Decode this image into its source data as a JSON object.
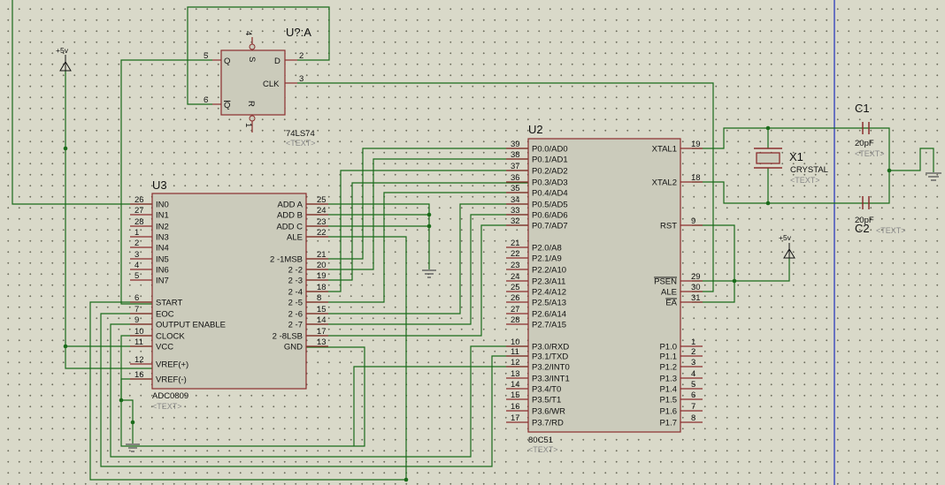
{
  "components": {
    "u1": {
      "ref": "U?:A",
      "type": "74LS74",
      "placeholder": "<TEXT>",
      "pins": {
        "d": "D",
        "s": "S",
        "q": "Q",
        "clk": "CLK",
        "qbar": "Q",
        "r": "R"
      },
      "pin_numbers": {
        "q": "5",
        "d": "2",
        "s": "4",
        "clk": "3",
        "qbar": "6",
        "r": "1"
      }
    },
    "u3": {
      "ref": "U3",
      "type": "ADC0809",
      "placeholder": "<TEXT>"
    },
    "u2": {
      "ref": "U2",
      "type": "80C51",
      "placeholder": "<TEXT>"
    },
    "x1": {
      "ref": "X1",
      "type": "CRYSTAL",
      "placeholder": "<TEXT>"
    },
    "c1": {
      "ref": "C1",
      "value": "20pF",
      "placeholder": "<TEXT>"
    },
    "c2": {
      "ref": "C2",
      "value": "20pF",
      "placeholder": "<TEXT>"
    }
  },
  "power_labels": [
    "+5v",
    "+5v"
  ],
  "u3_left_pins": [
    {
      "num": "26",
      "label": "IN0"
    },
    {
      "num": "27",
      "label": "IN1"
    },
    {
      "num": "28",
      "label": "IN2"
    },
    {
      "num": "1",
      "label": "IN3"
    },
    {
      "num": "2",
      "label": "IN4"
    },
    {
      "num": "3",
      "label": "IN5"
    },
    {
      "num": "4",
      "label": "IN6"
    },
    {
      "num": "5",
      "label": "IN7"
    },
    {
      "num": "6",
      "label": "START"
    },
    {
      "num": "7",
      "label": "EOC"
    },
    {
      "num": "9",
      "label": "OUTPUT ENABLE"
    },
    {
      "num": "10",
      "label": "CLOCK"
    },
    {
      "num": "11",
      "label": "VCC"
    },
    {
      "num": "12",
      "label": "VREF(+)"
    },
    {
      "num": "16",
      "label": "VREF(-)"
    }
  ],
  "u3_right_pins": [
    {
      "num": "25",
      "label": "ADD A"
    },
    {
      "num": "24",
      "label": "ADD B"
    },
    {
      "num": "23",
      "label": "ADD C"
    },
    {
      "num": "22",
      "label": "ALE"
    },
    {
      "num": "21",
      "label": "2 -1MSB"
    },
    {
      "num": "20",
      "label": "2 -2"
    },
    {
      "num": "19",
      "label": "2 -3"
    },
    {
      "num": "18",
      "label": "2 -4"
    },
    {
      "num": "8",
      "label": "2 -5"
    },
    {
      "num": "15",
      "label": "2 -6"
    },
    {
      "num": "14",
      "label": "2 -7"
    },
    {
      "num": "17",
      "label": "2 -8LSB"
    },
    {
      "num": "13",
      "label": "GND"
    }
  ],
  "u2_left_pins": [
    {
      "num": "39",
      "label": "P0.0/AD0"
    },
    {
      "num": "38",
      "label": "P0.1/AD1"
    },
    {
      "num": "37",
      "label": "P0.2/AD2"
    },
    {
      "num": "36",
      "label": "P0.3/AD3"
    },
    {
      "num": "35",
      "label": "P0.4/AD4"
    },
    {
      "num": "34",
      "label": "P0.5/AD5"
    },
    {
      "num": "33",
      "label": "P0.6/AD6"
    },
    {
      "num": "32",
      "label": "P0.7/AD7"
    },
    {
      "num": "21",
      "label": "P2.0/A8"
    },
    {
      "num": "22",
      "label": "P2.1/A9"
    },
    {
      "num": "23",
      "label": "P2.2/A10"
    },
    {
      "num": "24",
      "label": "P2.3/A11"
    },
    {
      "num": "25",
      "label": "P2.4/A12"
    },
    {
      "num": "26",
      "label": "P2.5/A13"
    },
    {
      "num": "27",
      "label": "P2.6/A14"
    },
    {
      "num": "28",
      "label": "P2.7/A15"
    },
    {
      "num": "10",
      "label": "P3.0/RXD"
    },
    {
      "num": "11",
      "label": "P3.1/TXD"
    },
    {
      "num": "12",
      "label": "P3.2/INT0"
    },
    {
      "num": "13",
      "label": "P3.3/INT1"
    },
    {
      "num": "14",
      "label": "P3.4/T0"
    },
    {
      "num": "15",
      "label": "P3.5/T1"
    },
    {
      "num": "16",
      "label": "P3.6/WR"
    },
    {
      "num": "17",
      "label": "P3.7/RD"
    }
  ],
  "u2_right_pins": [
    {
      "num": "19",
      "label": "XTAL1"
    },
    {
      "num": "18",
      "label": "XTAL2"
    },
    {
      "num": "9",
      "label": "RST"
    },
    {
      "num": "29",
      "label": "PSEN"
    },
    {
      "num": "30",
      "label": "ALE"
    },
    {
      "num": "31",
      "label": "EA"
    },
    {
      "num": "1",
      "label": "P1.0"
    },
    {
      "num": "2",
      "label": "P1.1"
    },
    {
      "num": "3",
      "label": "P1.2"
    },
    {
      "num": "4",
      "label": "P1.3"
    },
    {
      "num": "5",
      "label": "P1.4"
    },
    {
      "num": "6",
      "label": "P1.5"
    },
    {
      "num": "7",
      "label": "P1.6"
    },
    {
      "num": "8",
      "label": "P1.7"
    }
  ],
  "colors": {
    "wire": "#1a6b1a",
    "component": "#8a2d2d",
    "body": "#cbcbbb",
    "border": "#2b3bbd"
  }
}
